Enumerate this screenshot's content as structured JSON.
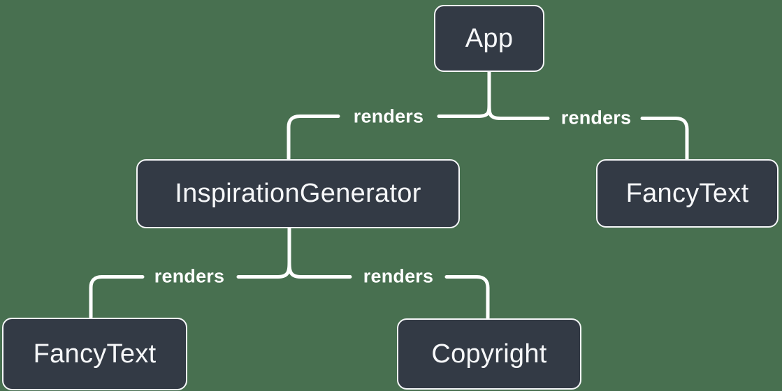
{
  "diagram": {
    "type": "component-render-tree",
    "nodes": [
      {
        "id": "app",
        "label": "App"
      },
      {
        "id": "inspiration-generator",
        "label": "InspirationGenerator"
      },
      {
        "id": "fancy-text-top",
        "label": "FancyText"
      },
      {
        "id": "fancy-text-bottom",
        "label": "FancyText"
      },
      {
        "id": "copyright",
        "label": "Copyright"
      }
    ],
    "edges": [
      {
        "from": "App",
        "to": "InspirationGenerator",
        "label": "renders"
      },
      {
        "from": "App",
        "to": "FancyText",
        "label": "renders"
      },
      {
        "from": "InspirationGenerator",
        "to": "FancyText",
        "label": "renders"
      },
      {
        "from": "InspirationGenerator",
        "to": "Copyright",
        "label": "renders"
      }
    ],
    "colors": {
      "background": "#487050",
      "node-fill": "#333A45",
      "node-border": "#F6F7F9",
      "node-text": "#F6F7F9",
      "edge-line": "#FFFFFF",
      "edge-label": "#FFFFFF"
    }
  }
}
